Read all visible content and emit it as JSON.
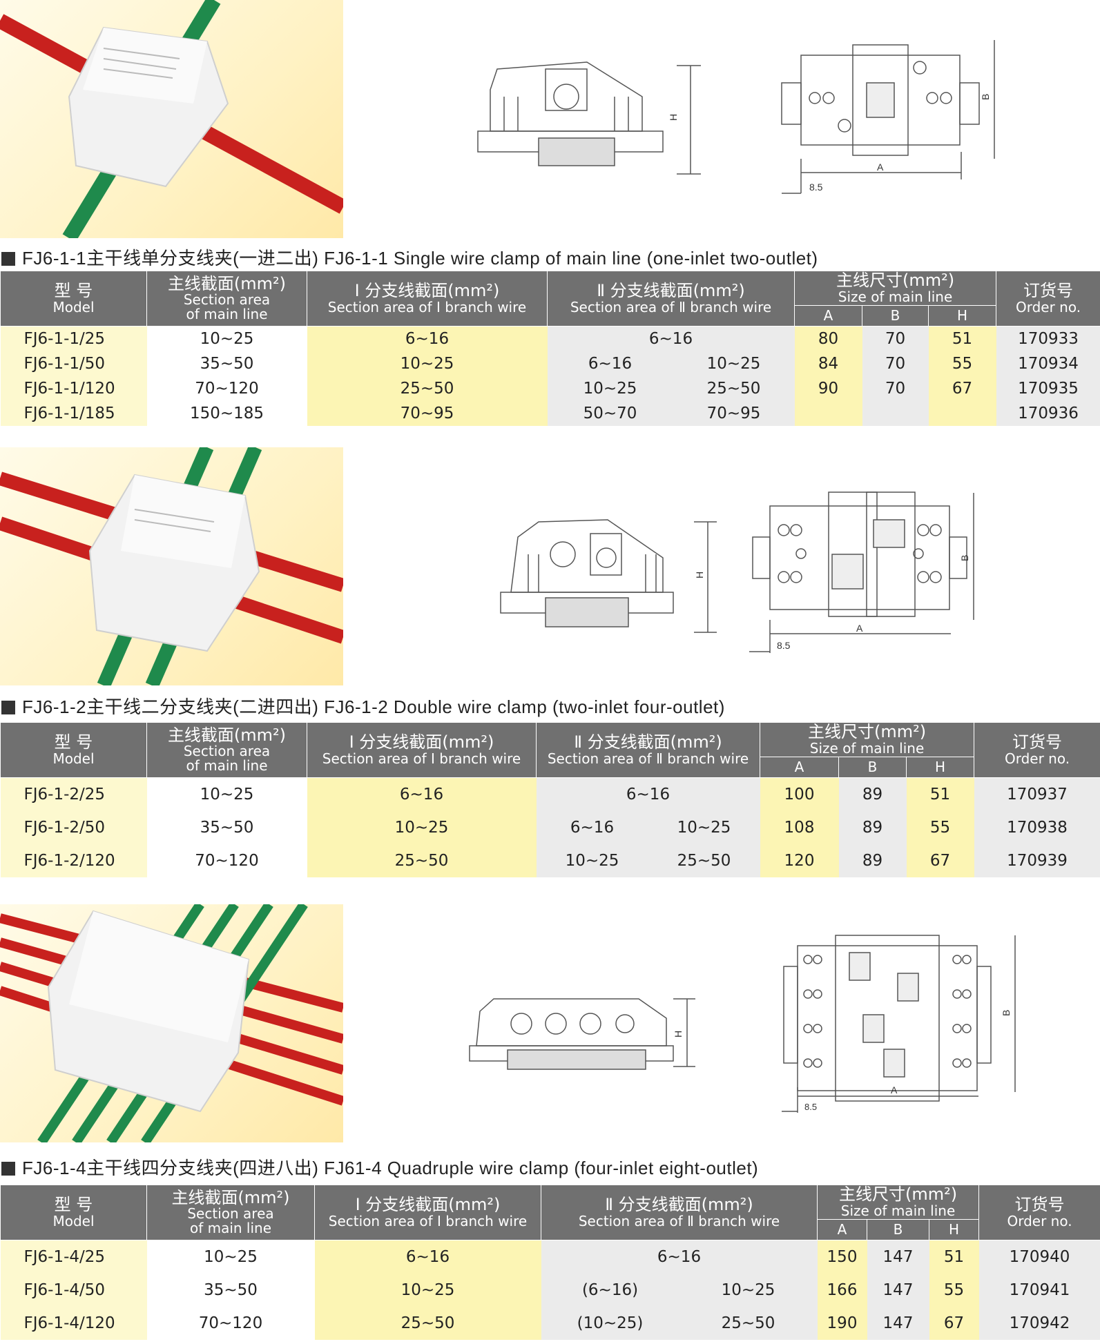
{
  "header_labels": {
    "model_cn": "型 号",
    "model_en": "Model",
    "main_cn": "主线截面(mm²)",
    "main_en1": "Section area",
    "main_en2": "of main line",
    "b1_cn": "Ⅰ 分支线截面(mm²)",
    "b1_en": "Section area of Ⅰ  branch wire",
    "b2_cn": "Ⅱ 分支线截面(mm²)",
    "b2_en": "Section area of Ⅱ branch wire",
    "size_cn": "主线尺寸(mm²)",
    "size_en": "Size of main line",
    "col_a": "A",
    "col_b": "B",
    "col_h": "H",
    "order_cn": "订货号",
    "order_en": "Order no."
  },
  "drawing_labels": {
    "H": "H",
    "B": "B",
    "A": "A",
    "offset": "8.5"
  },
  "sections": [
    {
      "heading": "FJ6-1-1主干线单分支线夹(一进二出)  FJ6-1-1 Single wire clamp of main line (one-inlet two-outlet)",
      "rows": [
        {
          "model": "FJ6-1-1/25",
          "main": "10~25",
          "b1": "6~16",
          "b2": "6~16",
          "b2_split": false,
          "a": "80",
          "b": "70",
          "h": "51",
          "order": "170933"
        },
        {
          "model": "FJ6-1-1/50",
          "main": "35~50",
          "b1": "10~25",
          "b2a": "6~16",
          "b2b": "10~25",
          "b2_split": true,
          "a": "84",
          "b": "70",
          "h": "55",
          "order": "170934"
        },
        {
          "model": "FJ6-1-1/120",
          "main": "70~120",
          "b1": "25~50",
          "b2a": "10~25",
          "b2b": "25~50",
          "b2_split": true,
          "a": "90",
          "b": "70",
          "h": "67",
          "order": "170935"
        },
        {
          "model": "FJ6-1-1/185",
          "main": "150~185",
          "b1": "70~95",
          "b2a": "50~70",
          "b2b": "70~95",
          "b2_split": true,
          "a": "",
          "b": "",
          "h": "",
          "order": "170936"
        }
      ]
    },
    {
      "heading": "FJ6-1-2主干线二分支线夹(二进四出)   FJ6-1-2 Double wire clamp (two-inlet four-outlet)",
      "rows": [
        {
          "model": "FJ6-1-2/25",
          "main": "10~25",
          "b1": "6~16",
          "b2": "6~16",
          "b2_split": false,
          "a": "100",
          "b": "89",
          "h": "51",
          "order": "170937"
        },
        {
          "model": "FJ6-1-2/50",
          "main": "35~50",
          "b1": "10~25",
          "b2a": "6~16",
          "b2b": "10~25",
          "b2_split": true,
          "a": "108",
          "b": "89",
          "h": "55",
          "order": "170938"
        },
        {
          "model": "FJ6-1-2/120",
          "main": "70~120",
          "b1": "25~50",
          "b2a": "10~25",
          "b2b": "25~50",
          "b2_split": true,
          "a": "120",
          "b": "89",
          "h": "67",
          "order": "170939"
        }
      ]
    },
    {
      "heading": "FJ6-1-4主干线四分支线夹(四进八出)   FJ61-4 Quadruple wire clamp (four-inlet eight-outlet)",
      "rows": [
        {
          "model": "FJ6-1-4/25",
          "main": "10~25",
          "b1": "6~16",
          "b2": "6~16",
          "b2_split": false,
          "a": "150",
          "b": "147",
          "h": "51",
          "order": "170940"
        },
        {
          "model": "FJ6-1-4/50",
          "main": "35~50",
          "b1": "10~25",
          "b2a": "(6~16)",
          "b2b": "10~25",
          "b2_split": true,
          "a": "166",
          "b": "147",
          "h": "55",
          "order": "170941"
        },
        {
          "model": "FJ6-1-4/120",
          "main": "70~120",
          "b1": "25~50",
          "b2a": "(10~25)",
          "b2b": "25~50",
          "b2_split": true,
          "a": "190",
          "b": "147",
          "h": "67",
          "order": "170942"
        }
      ]
    }
  ]
}
